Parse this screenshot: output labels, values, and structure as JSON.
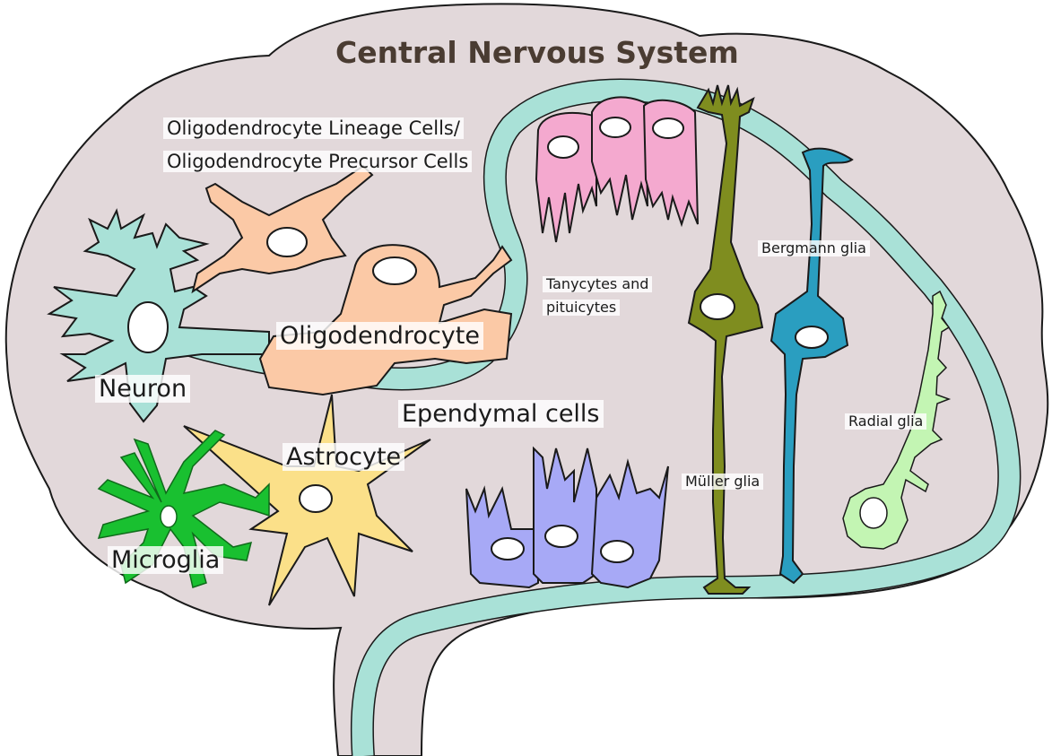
{
  "title": "Central Nervous System",
  "labels": {
    "opc_line1": "Oligodendrocyte Lineage Cells/",
    "opc_line2": "Oligodendrocyte Precursor Cells",
    "neuron": "Neuron",
    "oligodendrocyte": "Oligodendrocyte",
    "ependymal": "Ependymal cells",
    "astrocyte": "Astrocyte",
    "microglia": "Microglia",
    "tanycytes_line1": "Tanycytes and",
    "tanycytes_line2": "pituicytes",
    "bergmann": "Bergmann glia",
    "muller": "Müller glia",
    "radial": "Radial glia"
  },
  "colors": {
    "brain": "#e2d8da",
    "outline": "#1a1a1a",
    "tube": "#a9e1d7",
    "neuron": "#a9e1d7",
    "oligodendrocyte": "#fbc9a6",
    "astrocyte": "#fbe089",
    "microglia": "#19c030",
    "ependymal": "#a7a9f6",
    "tanycyte": "#f4a9cf",
    "muller": "#7f8d1f",
    "bergmann": "#2a9ec0",
    "radial": "#c3f5b3",
    "nucleus": "#ffffff",
    "title": "#4a3c32"
  }
}
